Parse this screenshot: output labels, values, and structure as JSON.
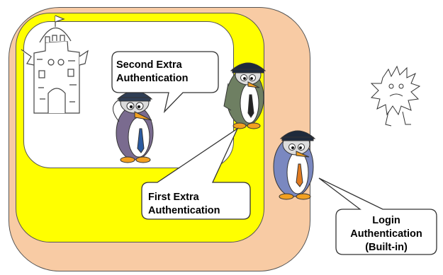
{
  "colors": {
    "outer_fill": "#F8CBA4",
    "middle_fill": "#FFFF00",
    "inner_fill": "#FFFFFF",
    "outline": "#555555"
  },
  "callouts": {
    "second_extra": {
      "line1": "Second Extra",
      "line2": "Authentication"
    },
    "first_extra": {
      "line1": "First Extra",
      "line2": "Authentication"
    },
    "login": {
      "line1": "Login",
      "line2": "Authentication",
      "line3": "(Built-in)"
    }
  },
  "illustrations": [
    "castle-icon",
    "penguin-guard-inner-icon",
    "penguin-guard-middle-icon",
    "penguin-guard-outer-icon",
    "intruder-monster-icon"
  ]
}
